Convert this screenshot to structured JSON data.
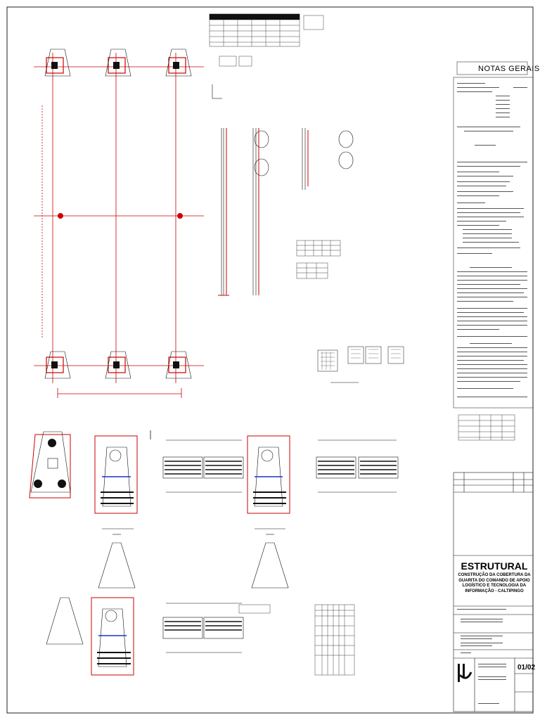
{
  "drawing": {
    "notes_title": "NOTAS GERAIS",
    "discipline": "ESTRUTURAL",
    "project_title": "CONSTRUÇÃO DA COBERTURA DA GUARITA DO COMANDO DE APOIO LOGÍSTICO E TECNOLOGIA DA INFORMAÇÃO - CALTIPINGO",
    "sheet_number": "01/02"
  }
}
